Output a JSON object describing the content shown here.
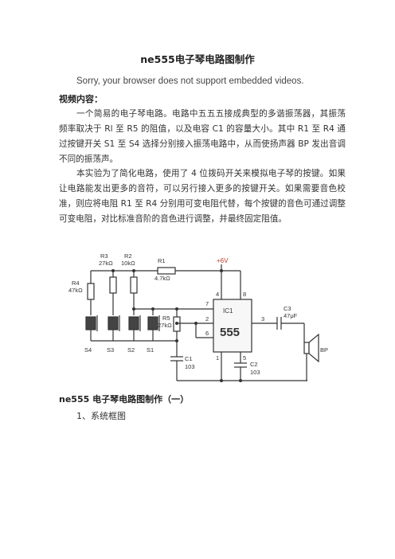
{
  "doc": {
    "title": "ne555电子琴电路图制作",
    "video_note": "Sorry, your browser does not support embedded videos.",
    "video_heading": "视频内容：",
    "paragraph1": "一个简易的电子琴电路。电路中五五五接成典型的多谐振荡器，其振荡频率取决于 Rl 至 R5 的阻值，以及电容 C1 的容量大小。其中 R1 至 R4 通过按键开关 S1 至 S4 选择分别接入振荡电路中，从而使扬声器 BP 发出音调不同的振荡声。",
    "paragraph2": "本实验为了简化电路，使用了 4 位拨码开关来模拟电子琴的按键。如果让电路能发出更多的音符，可以另行接入更多的按键开关。如果需要音色校准，则应将电阻 R1 至 R4 分别用可变电阻代替，每个按键的音色可通过调整可变电阻，对比标准音阶的音色进行调整，并最终固定阻值。",
    "subheading": "ne555 电子琴电路图制作（一）",
    "list_item": "1、系统框图"
  },
  "circuit": {
    "supply": "+6V",
    "ic_name": "IC1",
    "ic_part": "555",
    "components": {
      "r1": {
        "name": "R1",
        "value": "4.7kΩ"
      },
      "r2": {
        "name": "R2",
        "value": "10kΩ"
      },
      "r3": {
        "name": "R3",
        "value": "27kΩ"
      },
      "r4": {
        "name": "R4",
        "value": "47kΩ"
      },
      "r5": {
        "name": "R5",
        "value": "27kΩ"
      },
      "c1": {
        "name": "C1",
        "value": "103"
      },
      "c2": {
        "name": "C2",
        "value": "103"
      },
      "c3": {
        "name": "C3",
        "value": "47μF"
      },
      "bp": {
        "name": "BP"
      }
    },
    "switches": [
      "S4",
      "S3",
      "S2",
      "S1"
    ],
    "pins": [
      "4",
      "8",
      "7",
      "2",
      "6",
      "3",
      "1",
      "5"
    ]
  }
}
